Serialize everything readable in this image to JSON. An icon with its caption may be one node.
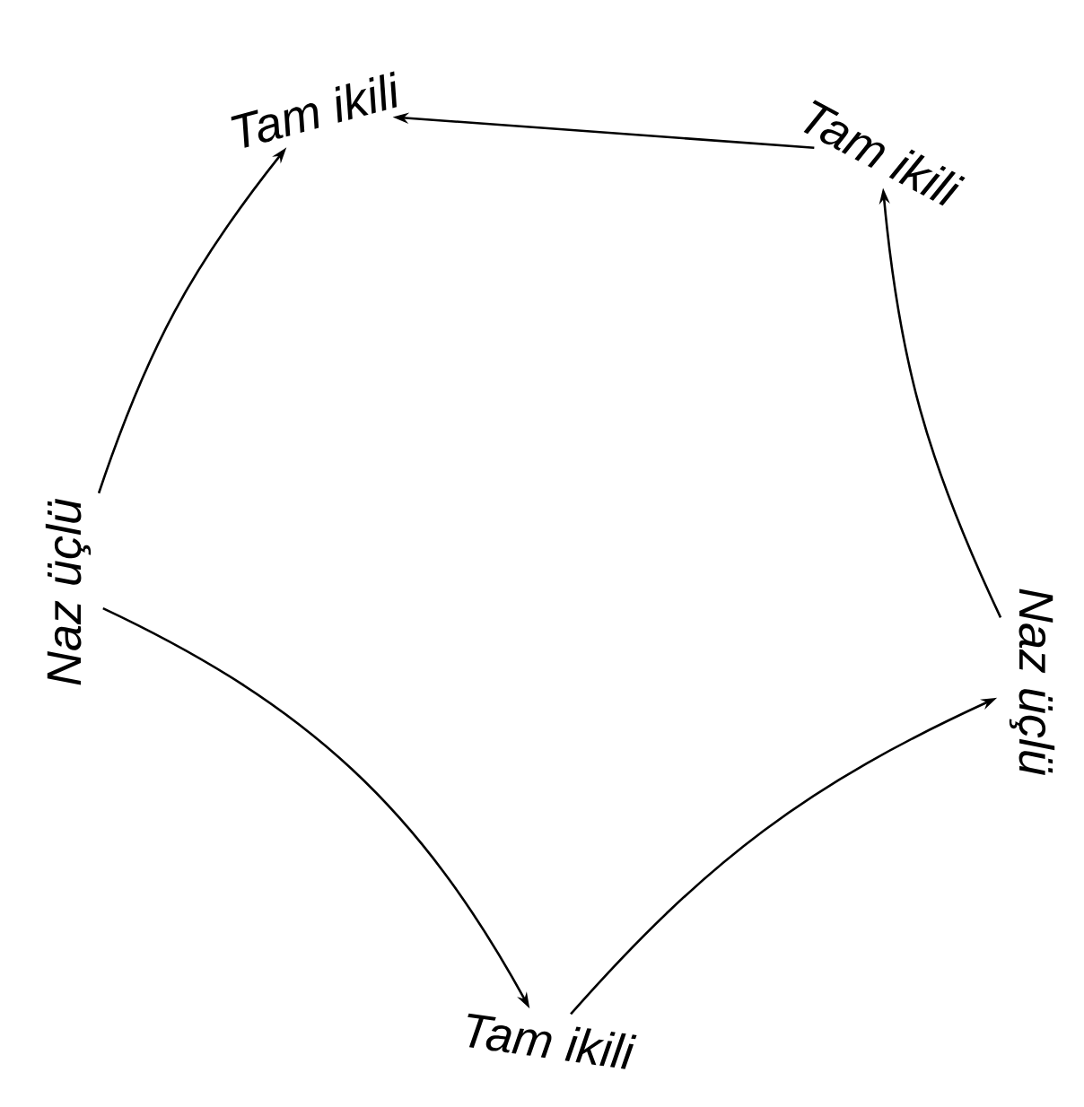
{
  "diagram": {
    "nodes": [
      {
        "text": [
          "Tam ikili"
        ]
      },
      {
        "text": [
          "Tam ikili"
        ]
      },
      {
        "text": [
          "Naz üçlü"
        ]
      },
      {
        "text": [
          "Tam ikili"
        ]
      },
      {
        "text": [
          "Naz üçlü"
        ]
      }
    ],
    "edges": [
      {
        "from": 1,
        "to": 0,
        "arrow": "to"
      },
      {
        "from": 2,
        "to": 1,
        "arrow": "to"
      },
      {
        "from": 3,
        "to": 2,
        "arrow": "to"
      },
      {
        "from": 4,
        "to": 3,
        "arrow": "to"
      },
      {
        "from": 4,
        "to": 0,
        "arrow": "to"
      }
    ]
  }
}
